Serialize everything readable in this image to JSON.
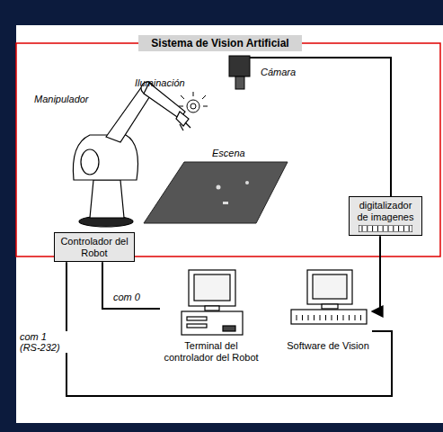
{
  "diagram": {
    "title": "Sistema de Vision Artificial",
    "nodes": [
      {
        "text": [
          "digitalizador de imagenes"
        ]
      },
      {
        "text": [
          "Controlador del Robot"
        ]
      },
      {
        "text": [
          "Terminal del controlador del Robot"
        ]
      },
      {
        "text": [
          "Software de Vision"
        ]
      }
    ],
    "edges": [
      {
        "from": 1,
        "to": 2,
        "arrow": "none",
        "label": "com 0"
      },
      {
        "from": 1,
        "to": 3,
        "arrow": "none",
        "label": "com 1 (RS-232)"
      },
      {
        "from": 0,
        "to": 3,
        "arrow": "to"
      }
    ],
    "labels": [
      "Iluminación",
      "Cámara",
      "Manipulador",
      "Escena"
    ]
  }
}
